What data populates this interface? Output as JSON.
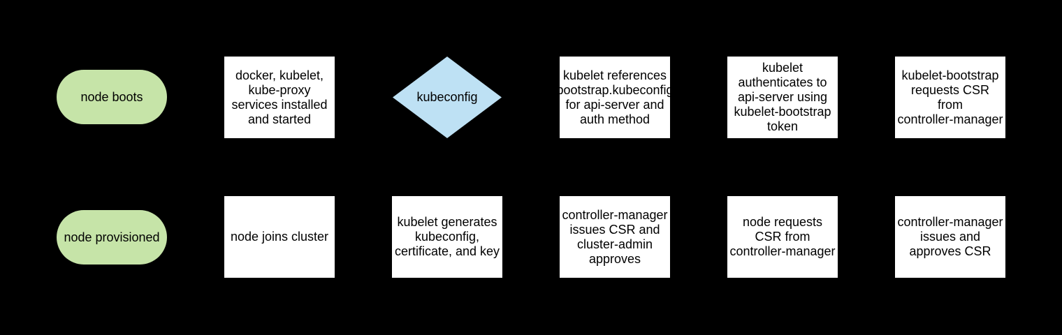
{
  "canvas": {
    "background": "#000000"
  },
  "colors": {
    "terminal_fill": "#c6e4a8",
    "decision_fill": "#bee1f4",
    "process_fill": "#ffffff",
    "text": "#000000"
  },
  "nodes": [
    {
      "id": "node-boots",
      "type": "terminal",
      "label": "node boots"
    },
    {
      "id": "services-installed",
      "type": "process",
      "label": "docker, kubelet,\nkube-proxy\nservices installed\nand started"
    },
    {
      "id": "kubeconfig-decision",
      "type": "decision",
      "label": "kubeconfig"
    },
    {
      "id": "kubelet-references-bootstrap",
      "type": "process",
      "label": "kubelet references\nbootstrap.kubeconfig\nfor api-server and\nauth method"
    },
    {
      "id": "kubelet-authenticates",
      "type": "process",
      "label": "kubelet\nauthenticates to\napi-server using\nkubelet-bootstrap\ntoken"
    },
    {
      "id": "bootstrap-requests-csr",
      "type": "process",
      "label": "kubelet-bootstrap\nrequests CSR\nfrom\ncontroller-manager"
    },
    {
      "id": "node-provisioned",
      "type": "terminal",
      "label": "node provisioned"
    },
    {
      "id": "node-joins-cluster",
      "type": "process",
      "label": "node joins cluster"
    },
    {
      "id": "kubelet-generates",
      "type": "process",
      "label": "kubelet generates\nkubeconfig,\ncertificate, and key"
    },
    {
      "id": "cm-issues-csr-admin-approves",
      "type": "process",
      "label": "controller-manager\nissues CSR and\ncluster-admin\napproves"
    },
    {
      "id": "node-requests-csr",
      "type": "process",
      "label": "node requests\nCSR from\ncontroller-manager"
    },
    {
      "id": "cm-issues-and-approves-csr",
      "type": "process",
      "label": "controller-manager\nissues and\napproves CSR"
    }
  ]
}
